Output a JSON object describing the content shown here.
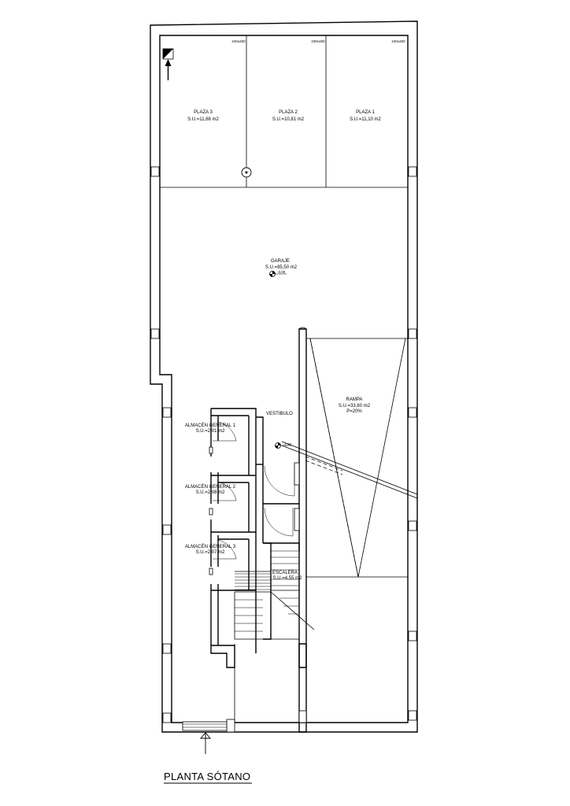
{
  "drawing": {
    "title": "PLANTA SÓTANO",
    "spaces": [
      {
        "name": "PLAZA 3",
        "area": "S.U.=11,68 m2"
      },
      {
        "name": "PLAZA 2",
        "area": "S.U.=10,81 m2"
      },
      {
        "name": "PLAZA 1",
        "area": "S.U.=11,10 m2"
      },
      {
        "name": "GARAJE",
        "area": "S.U.=85,50 m2"
      },
      {
        "name": "RAMPA",
        "area": "S.U.=33,60 m2",
        "extra": "P=20%"
      },
      {
        "name": "VESTIBULO"
      },
      {
        "name": "ALMACÉN GENERAL 1",
        "area": "S.U.=2,01 m2"
      },
      {
        "name": "ALMACÉN GENERAL 2",
        "area": "S.U.=2,08 m2"
      },
      {
        "name": "ALMACÉN GENERAL 3",
        "area": "S.U.=2,07 m2"
      },
      {
        "name": "ESCALERA",
        "area": "S.U.=4,55 m2"
      }
    ],
    "bay_dimensions": [
      "240x450",
      "230x450",
      "240x450"
    ],
    "levels": {
      "garage": "-3,00",
      "vestibule": "-2,97"
    }
  }
}
